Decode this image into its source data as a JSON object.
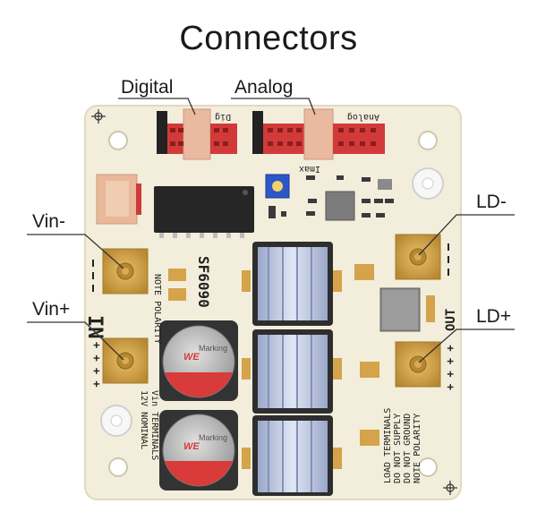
{
  "title": "Connectors",
  "labels": {
    "digital": "Digital",
    "analog": "Analog",
    "vin_minus": "Vin-",
    "vin_plus": "Vin+",
    "ld_minus": "LD-",
    "ld_plus": "LD+"
  },
  "silkscreen": {
    "dig": "Dig",
    "analog": "Analog",
    "imax": "Imax",
    "model": "SF6090",
    "in": "IN",
    "out": "OUT",
    "note_polarity": "NOTE POLARITY",
    "vin_terminals_1": "Vin TERMINALS",
    "vin_terminals_2": "12V NOMINAL",
    "load_1": "LOAD TERMINALS",
    "load_2": "DO NOT SUPPLY",
    "load_3": "DO NOT GROUND",
    "load_4": "NOTE POLARITY",
    "plus_marks": "+ + + +",
    "marking": "Marking",
    "we": "WE"
  },
  "colors": {
    "board": "#f3eedb",
    "header": "#d23a3a",
    "terminal": "#d4a34a",
    "inductor": "#2e2e2e",
    "capacitor": "#b5b5b5",
    "cap_red": "#d93a3a",
    "blue_pot": "#2d56c8",
    "pcb_edge": "#e6dec4"
  }
}
